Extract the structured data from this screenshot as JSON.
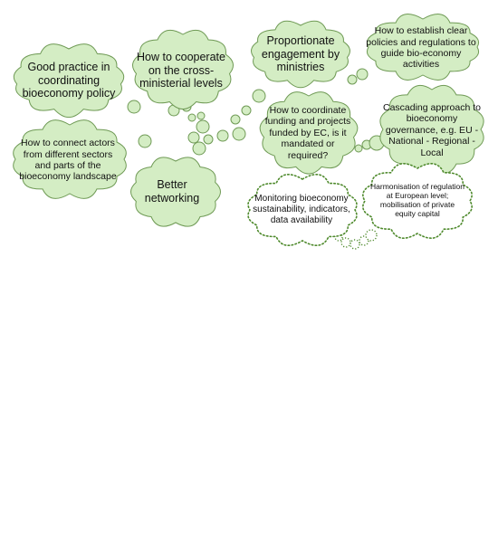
{
  "colors": {
    "fill": "#d4edc4",
    "stroke": "#6f9a55",
    "dotted_stroke": "#4f8a2d",
    "text": "#111111"
  },
  "thoughts": [
    {
      "id": "good-practice",
      "text": "Good practice in coordinating bioeconomy policy",
      "style": "filled"
    },
    {
      "id": "cross-ministerial",
      "text": "How to cooperate on the cross-ministerial levels",
      "style": "filled"
    },
    {
      "id": "proportionate",
      "text": "Proportionate engagement by ministries",
      "style": "filled"
    },
    {
      "id": "clear-policies",
      "text": "How to establish clear policies and regulations to guide bio-economy activities",
      "style": "filled"
    },
    {
      "id": "connect-actors",
      "text": "How to connect actors from different sectors and parts of the bioeconomy landscape",
      "style": "filled"
    },
    {
      "id": "coordinate-funding",
      "text": "How to coordinate funding and projects funded by EC, is it mandated or required?",
      "style": "filled"
    },
    {
      "id": "cascading",
      "text": "Cascading approach to bioeconomy governance, e.g. EU - National - Regional - Local",
      "style": "filled"
    },
    {
      "id": "better-networking",
      "text": "Better networking",
      "style": "filled"
    },
    {
      "id": "monitoring",
      "text": "Monitoring bioeconomy sustainability, indicators, data availability",
      "style": "dotted"
    },
    {
      "id": "harmonisation",
      "text": "Harmonisation of regulation at European level; mobilisation of private equity capital",
      "style": "dotted"
    }
  ]
}
